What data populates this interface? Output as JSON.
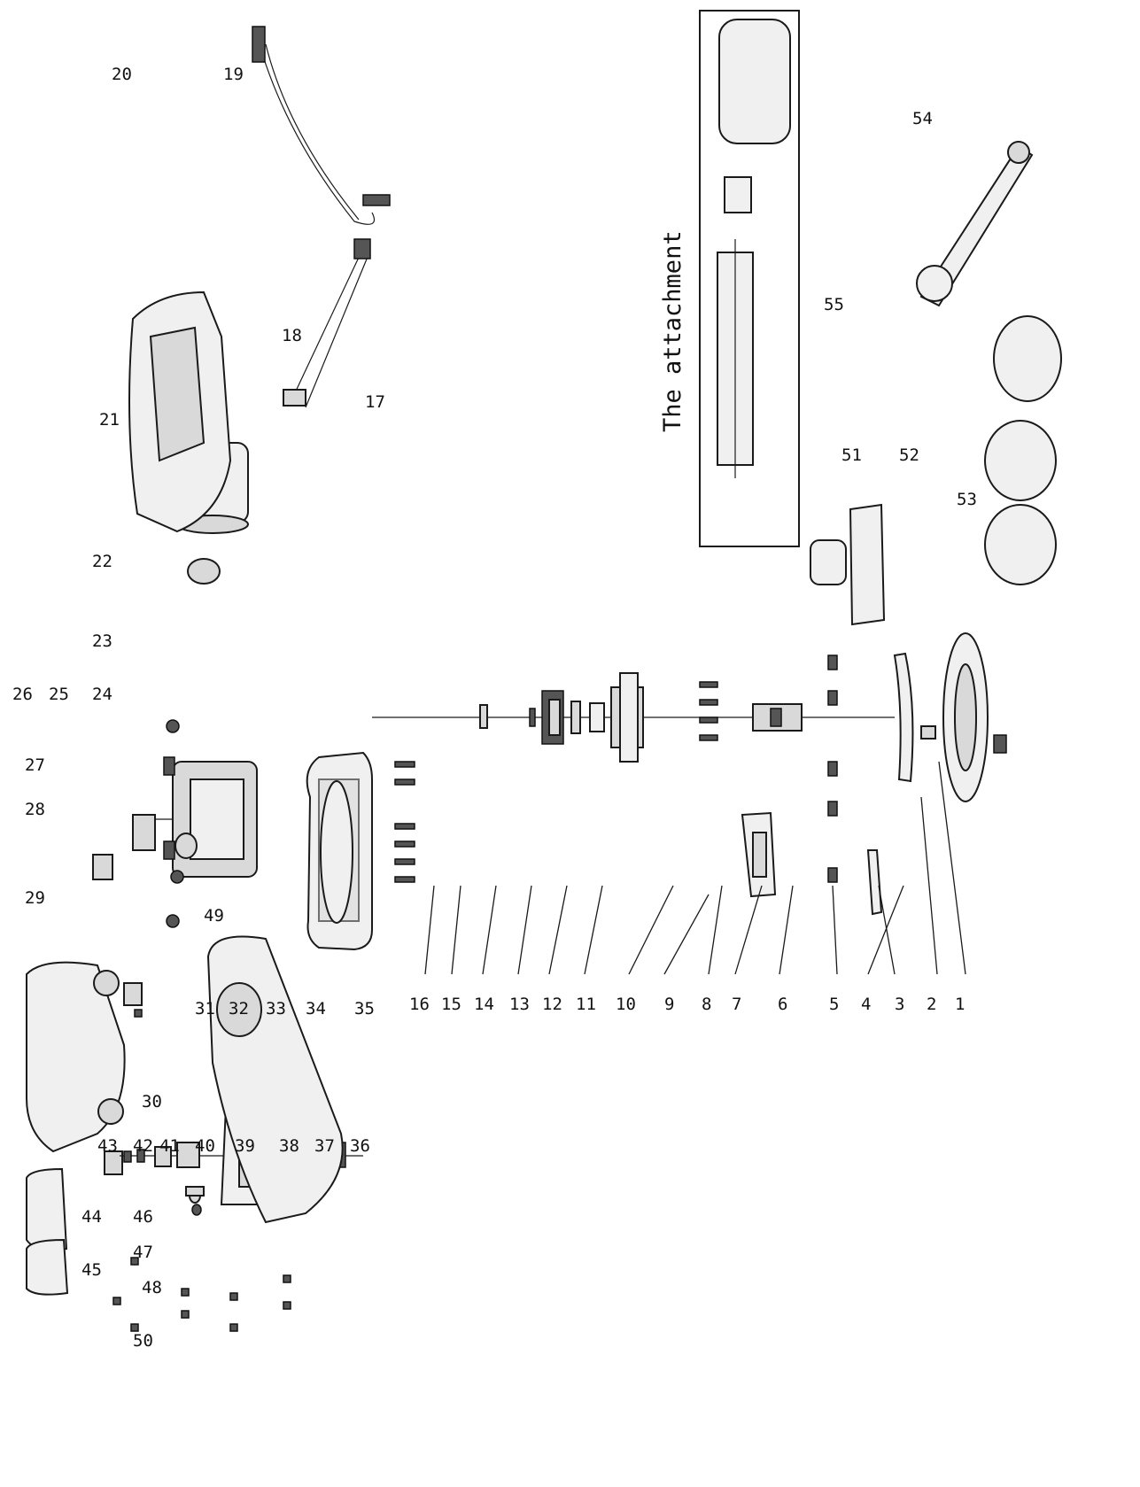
{
  "diagram": {
    "attachment_title": "The attachment",
    "callouts": [
      "1",
      "2",
      "3",
      "4",
      "5",
      "6",
      "7",
      "8",
      "9",
      "10",
      "11",
      "12",
      "13",
      "14",
      "15",
      "16",
      "17",
      "18",
      "19",
      "20",
      "21",
      "22",
      "23",
      "24",
      "25",
      "26",
      "27",
      "28",
      "29",
      "30",
      "31",
      "32",
      "33",
      "34",
      "35",
      "36",
      "37",
      "38",
      "39",
      "40",
      "41",
      "42",
      "43",
      "44",
      "45",
      "46",
      "47",
      "48",
      "49",
      "50",
      "51",
      "52",
      "53",
      "54",
      "55"
    ]
  }
}
